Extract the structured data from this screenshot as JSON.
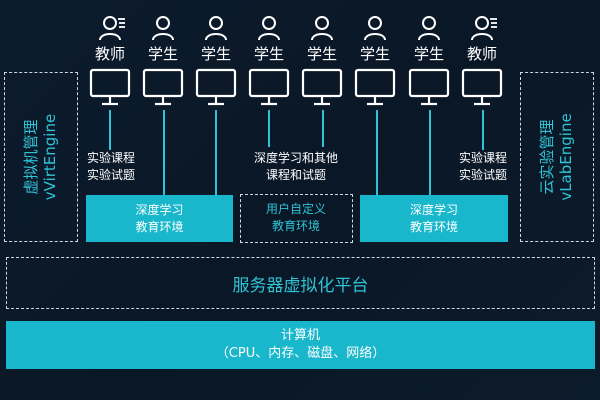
{
  "users": [
    {
      "role": "教师",
      "icon": "teacher-icon"
    },
    {
      "role": "学生",
      "icon": "student-icon"
    },
    {
      "role": "学生",
      "icon": "student-icon"
    },
    {
      "role": "学生",
      "icon": "student-icon"
    },
    {
      "role": "学生",
      "icon": "student-icon"
    },
    {
      "role": "学生",
      "icon": "student-icon"
    },
    {
      "role": "学生",
      "icon": "student-icon"
    },
    {
      "role": "教师",
      "icon": "teacher-icon"
    }
  ],
  "left_side": {
    "line1": "虚拟机管理",
    "line2": "vVirtEngine"
  },
  "right_side": {
    "line1": "云实验管理",
    "line2": "vLabEngine"
  },
  "left_content": {
    "line1": "实验课程",
    "line2": "实验试题"
  },
  "middle_content": {
    "line1": "深度学习和其他",
    "line2": "课程和试题"
  },
  "right_content": {
    "line1": "实验课程",
    "line2": "实验试题"
  },
  "left_env": {
    "line1": "深度学习",
    "line2": "教育环境"
  },
  "custom_env": {
    "line1": "用户自定义",
    "line2": "教育环境"
  },
  "right_env": {
    "line1": "深度学习",
    "line2": "教育环境"
  },
  "platform_label": "服务器虚拟化平台",
  "computer": {
    "title": "计算机",
    "detail": "（CPU、内存、磁盘、网络）"
  },
  "colors": {
    "background": "#0b1a2a",
    "accent": "#18b7cc",
    "accent_text": "#2ec4d6"
  }
}
